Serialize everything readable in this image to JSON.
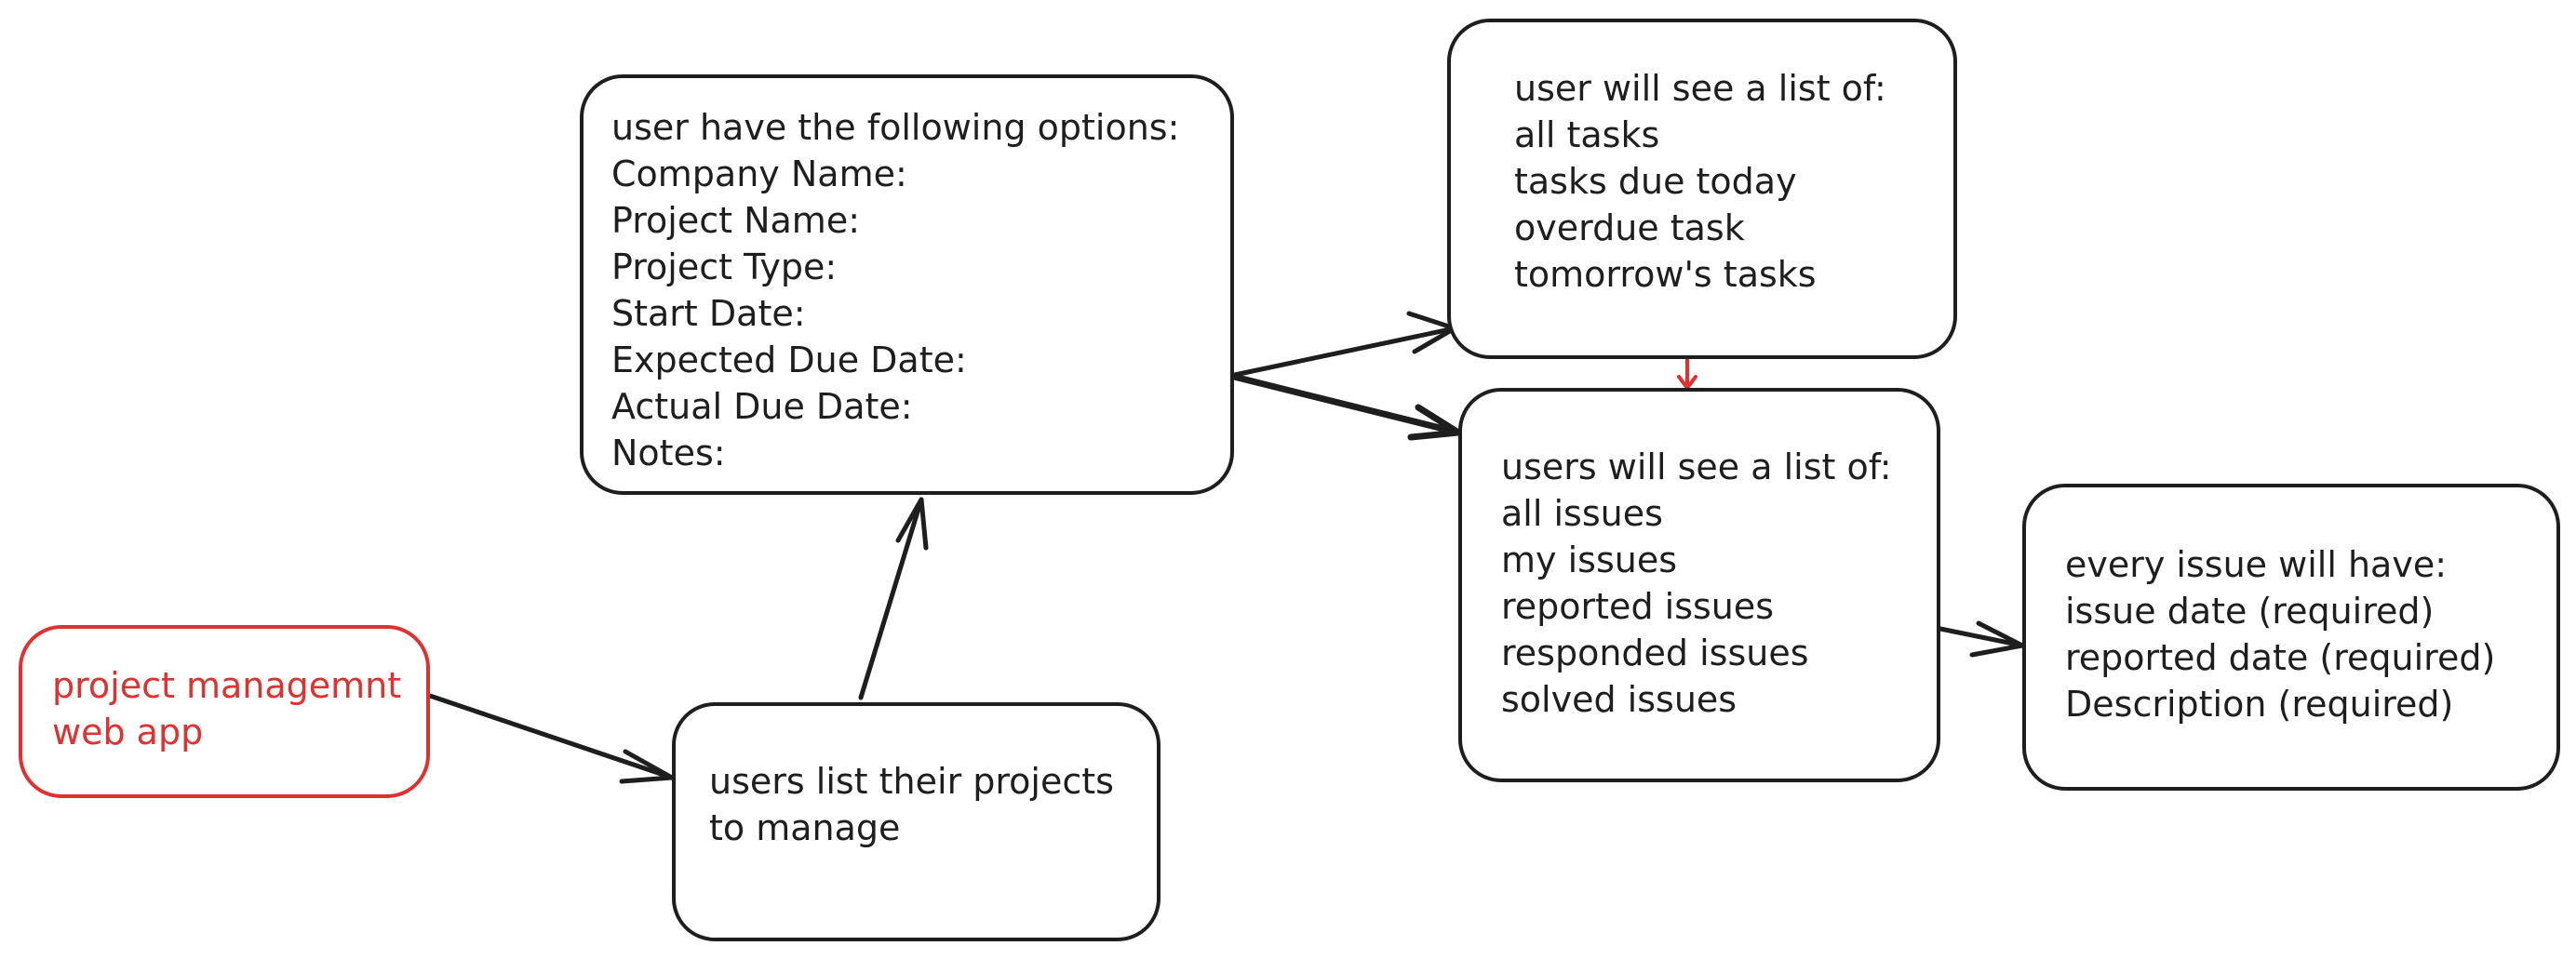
{
  "colors": {
    "ink": "#1e1e1e",
    "accent": "#e03131",
    "background": "#ffffff"
  },
  "nodes": {
    "app": {
      "lines": [
        "project managemnt",
        "web app"
      ]
    },
    "projects": {
      "lines": [
        "users list their projects",
        "to manage"
      ]
    },
    "options": {
      "lines": [
        "user have the following options:",
        "Company Name:",
        "Project Name:",
        "Project Type:",
        "Start Date:",
        "Expected Due Date:",
        "Actual Due Date:",
        "Notes:"
      ]
    },
    "tasks": {
      "lines": [
        "user will see a list of:",
        "all tasks",
        "tasks due today",
        "overdue task",
        "tomorrow's tasks"
      ]
    },
    "issues": {
      "lines": [
        "users will see a list of:",
        "all issues",
        "my issues",
        "reported issues",
        "responded issues",
        "solved issues"
      ]
    },
    "issue_fields": {
      "lines": [
        "every issue will have:",
        "issue date (required)",
        "reported date (required)",
        "Description (required)"
      ]
    }
  }
}
